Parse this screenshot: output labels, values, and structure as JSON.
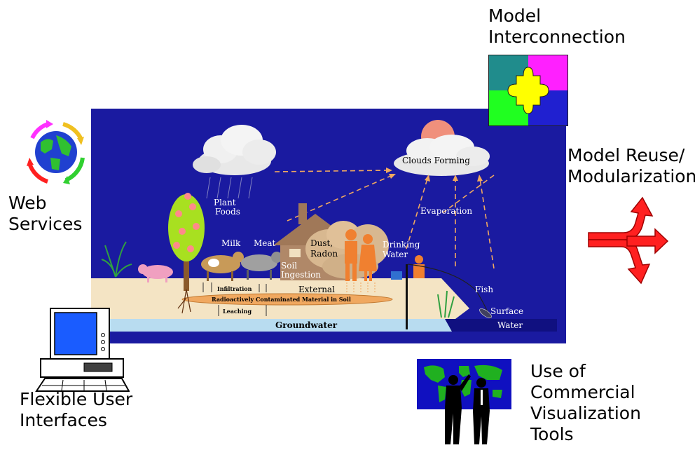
{
  "outer_labels": {
    "model_interconnection": [
      "Model",
      "Interconnection"
    ],
    "model_reuse": [
      "Model Reuse/",
      "Modularization"
    ],
    "web_services": [
      "Web",
      "Services"
    ],
    "flexible_ui": [
      "Flexible User",
      "Interfaces"
    ],
    "visualization": [
      "Use of",
      "Commercial",
      "Visualization",
      "Tools"
    ]
  },
  "scene_labels": {
    "clouds_forming": "Clouds Forming",
    "plant_foods": [
      "Plant",
      "Foods"
    ],
    "evaporation": "Evaporation",
    "milk": "Milk",
    "meat": "Meat",
    "soil_ingestion": [
      "Soil",
      "Ingestion"
    ],
    "dust_radon": [
      "Dust,",
      "Radon"
    ],
    "drinking_water": [
      "Drinking",
      "Water"
    ],
    "infiltration": "Infiltration",
    "external": "External",
    "contaminated_material": "Radioactively Contaminated Material in Soil",
    "leaching": "Leaching",
    "fish": "Fish",
    "surface_water": [
      "Surface",
      "Water"
    ],
    "groundwater": "Groundwater"
  },
  "colors": {
    "sky": "#1a1aa0",
    "ground": "#f4e4c4",
    "groundwater": "#b8dcf0",
    "surface_water": "#101080",
    "arrow": "#f0a860",
    "sun": "#f0907c",
    "puzzle_teal": "#208c8c",
    "puzzle_magenta": "#ff20ff",
    "puzzle_yellow": "#ffff00",
    "puzzle_green": "#20ff20",
    "puzzle_blue": "#2020d0",
    "reuse_arrow": "#ff2020",
    "monitor_screen": "#1a5cff",
    "map_background": "#1010c0",
    "map_land": "#20b020"
  }
}
